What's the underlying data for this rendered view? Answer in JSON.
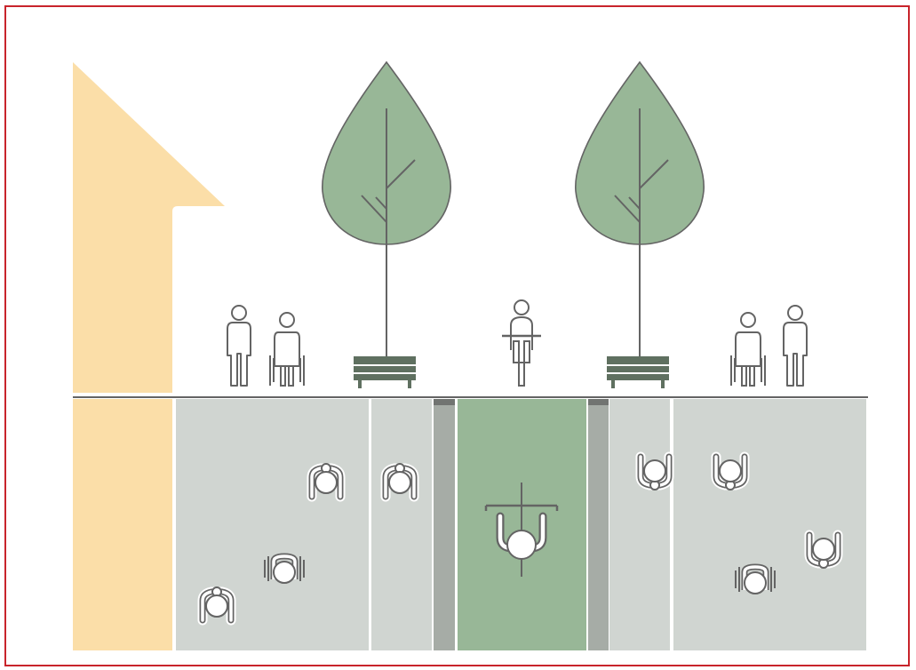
{
  "diagram": {
    "kind": "street-section-and-plan",
    "colors": {
      "frame": "#c8242b",
      "building": "#fbdea8",
      "sidewalk": "#d0d5d1",
      "buffer_strip": "#a6aca6",
      "bike_lane": "#98b797",
      "tree_canopy": "#98b797",
      "outline": "#646464",
      "bench": "#5f7060",
      "ground_line": "#646464"
    },
    "elevation": {
      "figures": [
        {
          "name": "pedestrian-elevation-left",
          "icon": "pedestrian-icon"
        },
        {
          "name": "wheelchair-user-elevation-left",
          "icon": "wheelchair-icon"
        },
        {
          "name": "cyclist-elevation",
          "icon": "cyclist-icon"
        },
        {
          "name": "wheelchair-user-elevation-right",
          "icon": "wheelchair-icon"
        },
        {
          "name": "pedestrian-elevation-right",
          "icon": "pedestrian-icon"
        }
      ],
      "trees": [
        {
          "name": "tree-left",
          "icon": "tree-icon"
        },
        {
          "name": "tree-right",
          "icon": "tree-icon"
        }
      ],
      "benches": [
        {
          "name": "bench-left",
          "icon": "bench-icon"
        },
        {
          "name": "bench-right",
          "icon": "bench-icon"
        }
      ]
    },
    "plan": {
      "zones": [
        "building-frontage",
        "sidewalk-left",
        "sidewalk-left-inner",
        "buffer-left",
        "bike-lane",
        "buffer-right",
        "sidewalk-right-inner",
        "sidewalk-right"
      ],
      "figures": [
        {
          "name": "pedestrian-plan-1",
          "icon": "pedestrian-top-icon"
        },
        {
          "name": "pedestrian-plan-2",
          "icon": "pedestrian-top-icon"
        },
        {
          "name": "pedestrian-plan-3",
          "icon": "pedestrian-top-icon"
        },
        {
          "name": "wheelchair-plan-1",
          "icon": "wheelchair-top-icon"
        },
        {
          "name": "cyclist-plan",
          "icon": "cyclist-top-icon"
        },
        {
          "name": "pedestrian-plan-4",
          "icon": "pedestrian-top-icon"
        },
        {
          "name": "pedestrian-plan-5",
          "icon": "pedestrian-top-icon"
        },
        {
          "name": "pedestrian-plan-6",
          "icon": "pedestrian-top-icon"
        },
        {
          "name": "wheelchair-plan-2",
          "icon": "wheelchair-top-icon"
        }
      ]
    }
  }
}
